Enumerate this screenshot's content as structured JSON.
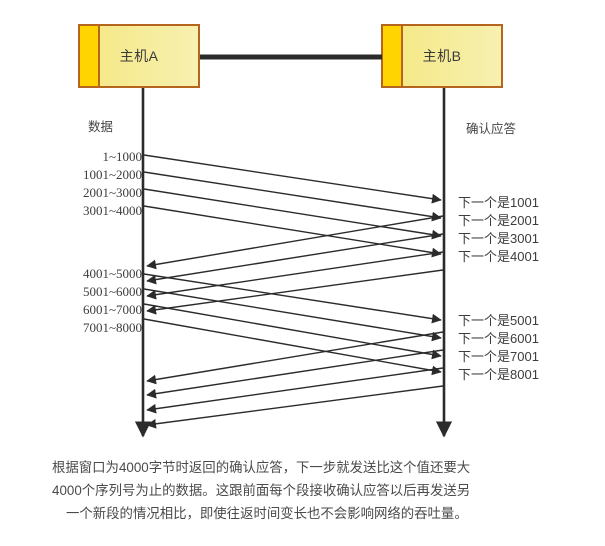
{
  "diagram": {
    "title_hint": "TCP sliding window with cumulative acknowledgements",
    "hosts": [
      {
        "id": "host-a",
        "label": "主机A"
      },
      {
        "id": "host-b",
        "label": "主机B"
      }
    ],
    "columns": {
      "left_header": "数据",
      "right_header": "确认应答"
    },
    "data_segments_group1": [
      "1~1000",
      "1001~2000",
      "2001~3000",
      "3001~4000"
    ],
    "data_segments_group2": [
      "4001~5000",
      "5001~6000",
      "6001~7000",
      "7001~8000"
    ],
    "ack_group1": [
      "下一个是1001",
      "下一个是2001",
      "下一个是3001",
      "下一个是4001"
    ],
    "ack_group2": [
      "下一个是5001",
      "下一个是6001",
      "下一个是7001",
      "下一个是8001"
    ],
    "caption": {
      "line1": "根据窗口为4000字节时返回的确认应答，下一步就发送比这个值还要大",
      "line2": "4000个序列号为止的数据。这跟前面每个段接收确认应答以后再发送另",
      "line3": "一个新段的情况相比，即使往返时间变长也不会影响网络的吞吐量。"
    },
    "colors": {
      "box_border": "#b5651d",
      "box_accent": "#ffd400",
      "box_fill": "#f7f0b0",
      "line": "#2b2b2b",
      "text": "#3d3d3d",
      "caption_text": "#4a4a4a"
    }
  }
}
